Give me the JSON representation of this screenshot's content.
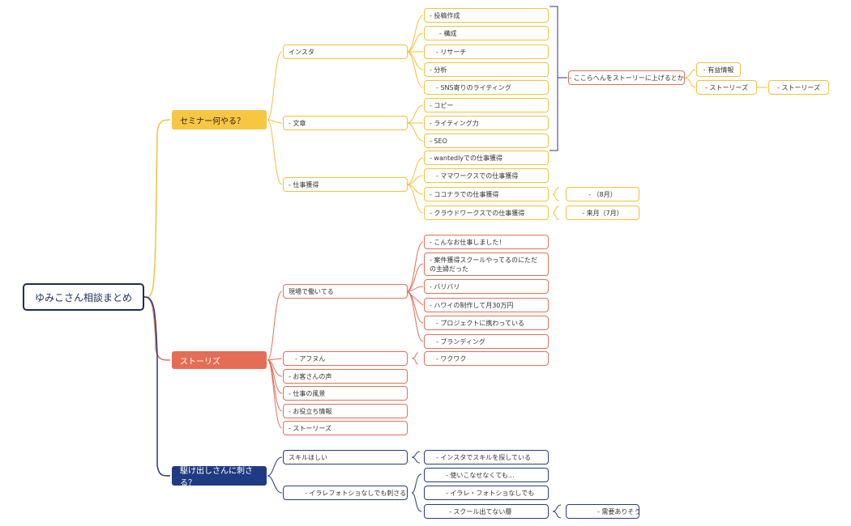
{
  "root": "ゆみこさん相談まとめ",
  "branches": {
    "seminar": "セミナー何やる？",
    "stories": "ストーリズ",
    "beginner": "駆け出しさんに刺さる？"
  },
  "seminar": {
    "insta": "インスタ",
    "insta_items": [
      "- 投稿作成",
      "- 構成",
      "- リサーチ",
      "- 分析",
      "- SNS寄りのライティング"
    ],
    "bunsho": "- 文章",
    "bunsho_items": [
      "- コピー",
      "- ライティング力",
      "- SEO"
    ],
    "story_up": "- ここらへんをストーリーに上げるとか",
    "useful": "- 有益情報",
    "stories1": "- ストーリーズ",
    "stories2": "- ストーリーズ",
    "job": "- 仕事獲得",
    "job_items": [
      "- wantedlyでの仕事獲得",
      "- ママワークスでの仕事獲得",
      "- ココナラでの仕事獲得",
      "- クラウドワークスでの仕事獲得"
    ],
    "aug": "- （8月）",
    "next_month": "- 来月（7月）"
  },
  "stories": {
    "working": "現場で働いてる",
    "working_items": [
      "- こんなお仕事しました！",
      "- 案件獲得スクールやってるのにただの主婦だった",
      "- バリバリ",
      "- ハワイの制作して月30万円",
      "- プロジェクトに携わっている",
      "- ブランディング"
    ],
    "afu": "- アフヌん",
    "wakuwaku": "- ワクワク",
    "others": [
      "- お客さんの声",
      "- 仕事の風景",
      "- お役立ち情報",
      "- ストーリーズ"
    ]
  },
  "beginner": {
    "skill": "スキルほしい",
    "skill_item": "- インスタでスキルを探している",
    "irare": "- イラレフォトショなしでも刺さる？",
    "irare_items": [
      "- 使いこなせなくても…",
      "- イラレ・フォトショなしでも",
      "- スクール出てない層"
    ],
    "need": "- 需要ありそう"
  },
  "colors": {
    "seminar": "#f2c23a",
    "stories": "#e27059",
    "beginner": "#263c7e",
    "root": "#1d2d5c"
  }
}
